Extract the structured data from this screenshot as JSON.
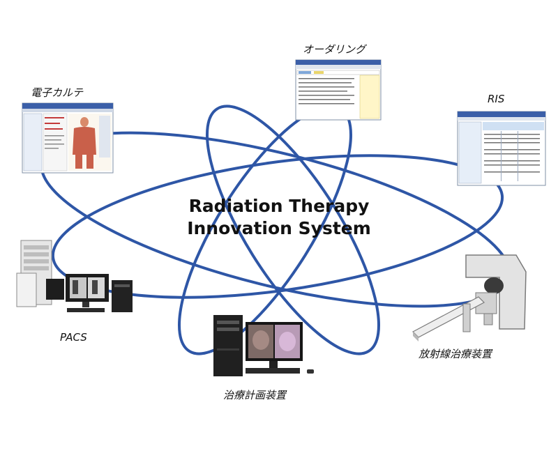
{
  "diagram": {
    "title_line1": "Radiation Therapy",
    "title_line2": "Innovation System",
    "nodes": {
      "ehr": "電子カルテ",
      "ordering": "オーダリング",
      "ris": "RIS",
      "pacs": "PACS",
      "linac": "放射線治療装置",
      "tps": "治療計画装置"
    },
    "colors": {
      "ring": "#2e56a6",
      "window_title": "#3b5fa8",
      "monitor": "#1b1b1b",
      "machine": "#dcdcdc"
    }
  }
}
